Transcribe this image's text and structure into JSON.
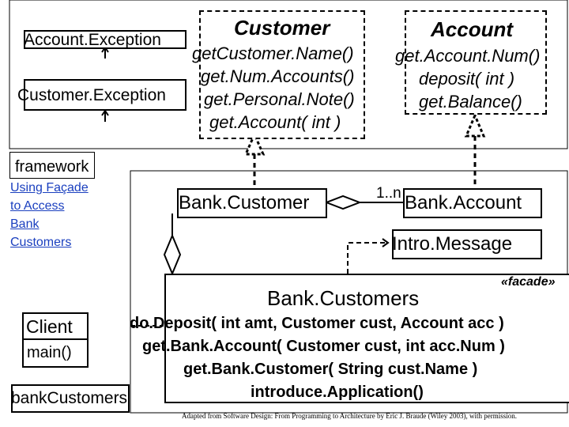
{
  "customer_interface": {
    "title": "Customer",
    "methods": [
      "getCustomer.Name()",
      "get.Num.Accounts()",
      "get.Personal.Note()",
      "get.Account( int )"
    ]
  },
  "account_interface": {
    "title": "Account",
    "methods": [
      "get.Account.Num()",
      "deposit( int )",
      "get.Balance()"
    ]
  },
  "exceptions": {
    "account": "Account.Exception",
    "customer": "Customer.Exception"
  },
  "package_label": "framework",
  "side_link": {
    "lines": [
      "Using Façade",
      "to Access",
      "Bank",
      "Customers"
    ]
  },
  "bank_customer": "Bank.Customer",
  "bank_account": "Bank.Account",
  "multiplicity": "1..n",
  "intro_message": "Intro.Message",
  "facade": {
    "stereotype": "«facade»",
    "title": "Bank.Customers",
    "methods": [
      "do.Deposit( int amt, Customer cust, Account acc )",
      "get.Bank.Account( Customer cust, int acc.Num )",
      "get.Bank.Customer( String cust.Name )",
      "introduce.Application()"
    ]
  },
  "client": {
    "title": "Client",
    "method": "main()"
  },
  "bank_customers_var": "bankCustomers",
  "credit": "Adapted from Software Design: From Programming to Architecture by Eric J. Braude (Wiley 2003), with permission."
}
